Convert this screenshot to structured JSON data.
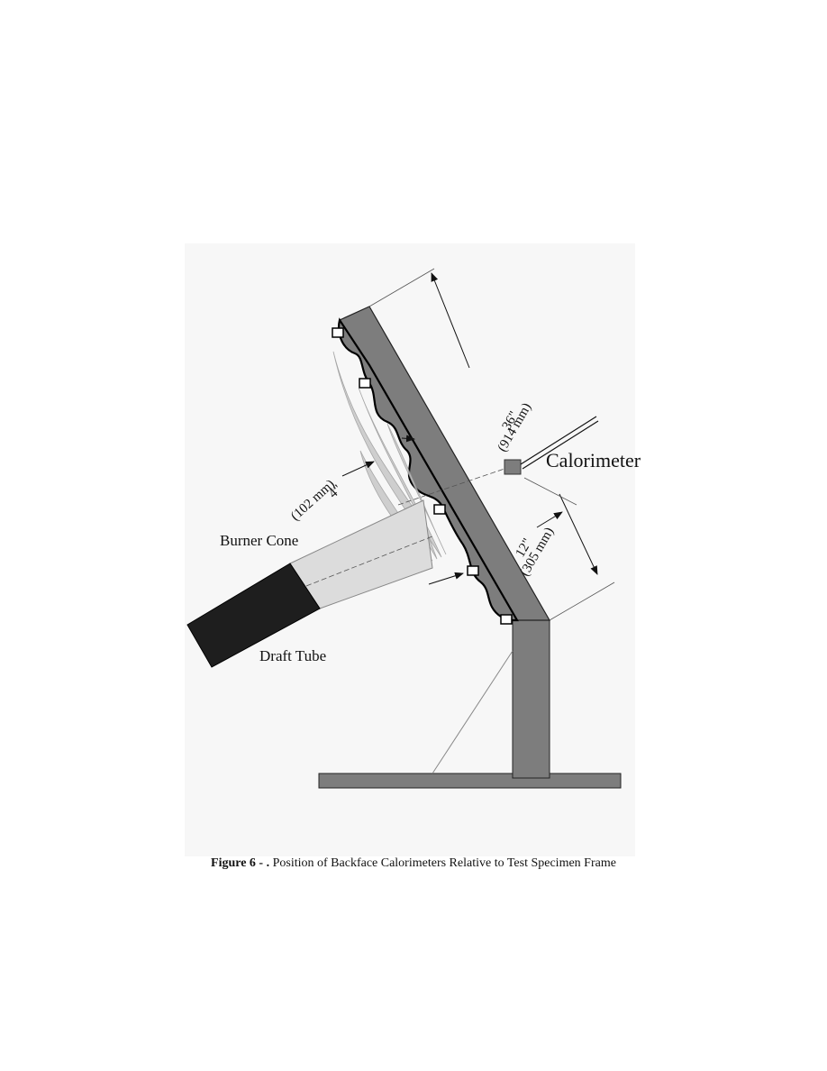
{
  "labels": {
    "burner_cone": "Burner Cone",
    "draft_tube": "Draft Tube",
    "calorimeter": "Calorimeter",
    "dim_36_in": "36\"",
    "dim_36_mm": "(914 mm)",
    "dim_12_in": "12\"",
    "dim_12_mm": "(305 mm)",
    "dim_4_in": "4\"",
    "dim_4_mm": "(102 mm)"
  },
  "caption": {
    "figure_label": "Figure 6 - .",
    "text": "Position of Backface Calorimeters Relative to Test Specimen Frame"
  },
  "colors": {
    "frame": "#7d7d7d",
    "draft_tube": "#1e1e1e",
    "burner_cone": "#dcdcdc",
    "flame": "#c8c8c8",
    "background_panel": "#f7f7f7"
  }
}
